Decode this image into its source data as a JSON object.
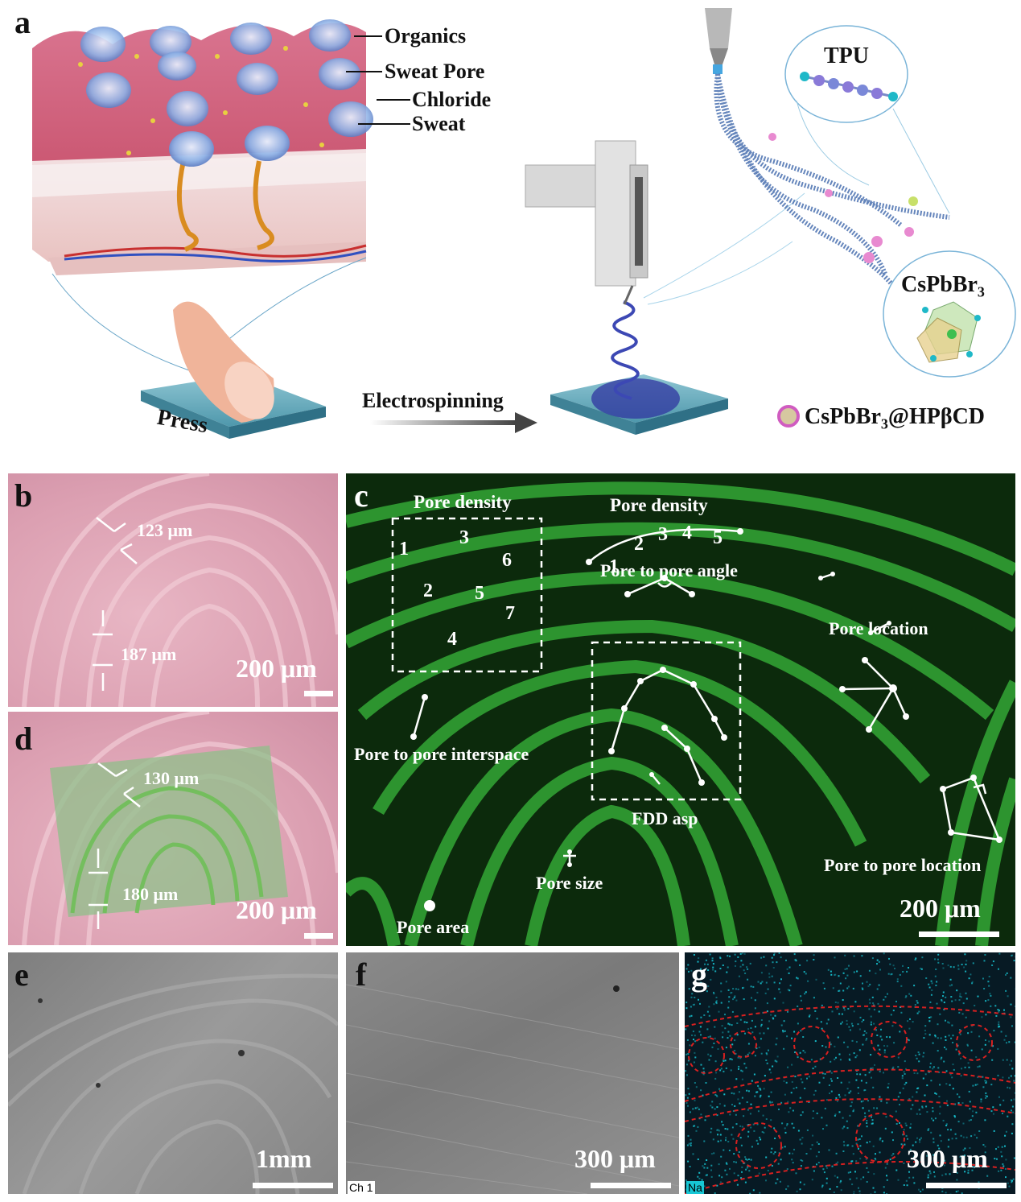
{
  "panel_a": {
    "letter": "a",
    "labels": {
      "organics": "Organics",
      "sweat_pore": "Sweat Pore",
      "chloride": "Chloride",
      "sweat": "Sweat",
      "press": "Press",
      "electrospinning": "Electrospinning",
      "tpu": "TPU",
      "cspbbr3": "CsPbBr",
      "cspbbr3_sub": "3",
      "legend_main": "CsPbBr",
      "legend_sub": "3",
      "legend_tail": "@HPβCD"
    }
  },
  "panel_b": {
    "letter": "b",
    "measure_1": "123 μm",
    "measure_2": "187 μm",
    "scale": "200 μm"
  },
  "panel_c": {
    "letter": "c",
    "labels": {
      "pore_density_box": "Pore density",
      "pore_density_arc": "Pore density",
      "pore_to_pore_angle": "Pore to pore angle",
      "pore_location": "Pore location",
      "pore_to_pore_interspace": "Pore to pore interspace",
      "fdd_asp": "FDD asp",
      "pore_size": "Pore size",
      "pore_area": "Pore area",
      "pore_to_pore_location": "Pore to pore location"
    },
    "box_numbers": [
      "1",
      "2",
      "3",
      "4",
      "5",
      "6",
      "7"
    ],
    "arc_numbers": [
      "1",
      "2",
      "3",
      "4",
      "5"
    ],
    "scale": "200 μm"
  },
  "panel_d": {
    "letter": "d",
    "measure_1": "130 μm",
    "measure_2": "180 μm",
    "scale": "200 μm"
  },
  "panel_e": {
    "letter": "e",
    "scale": "1mm"
  },
  "panel_f": {
    "letter": "f",
    "scale": "300 μm",
    "channel": "Ch 1"
  },
  "panel_g": {
    "letter": "g",
    "scale": "300 μm",
    "element": "Na"
  },
  "colors": {
    "skin_pink": "#e3a3b5",
    "fluor_green": "#2f9a31",
    "sem_gray": "#8e8e8e",
    "eds_cyan": "#17c6d4",
    "dashed_red": "#d82020"
  }
}
